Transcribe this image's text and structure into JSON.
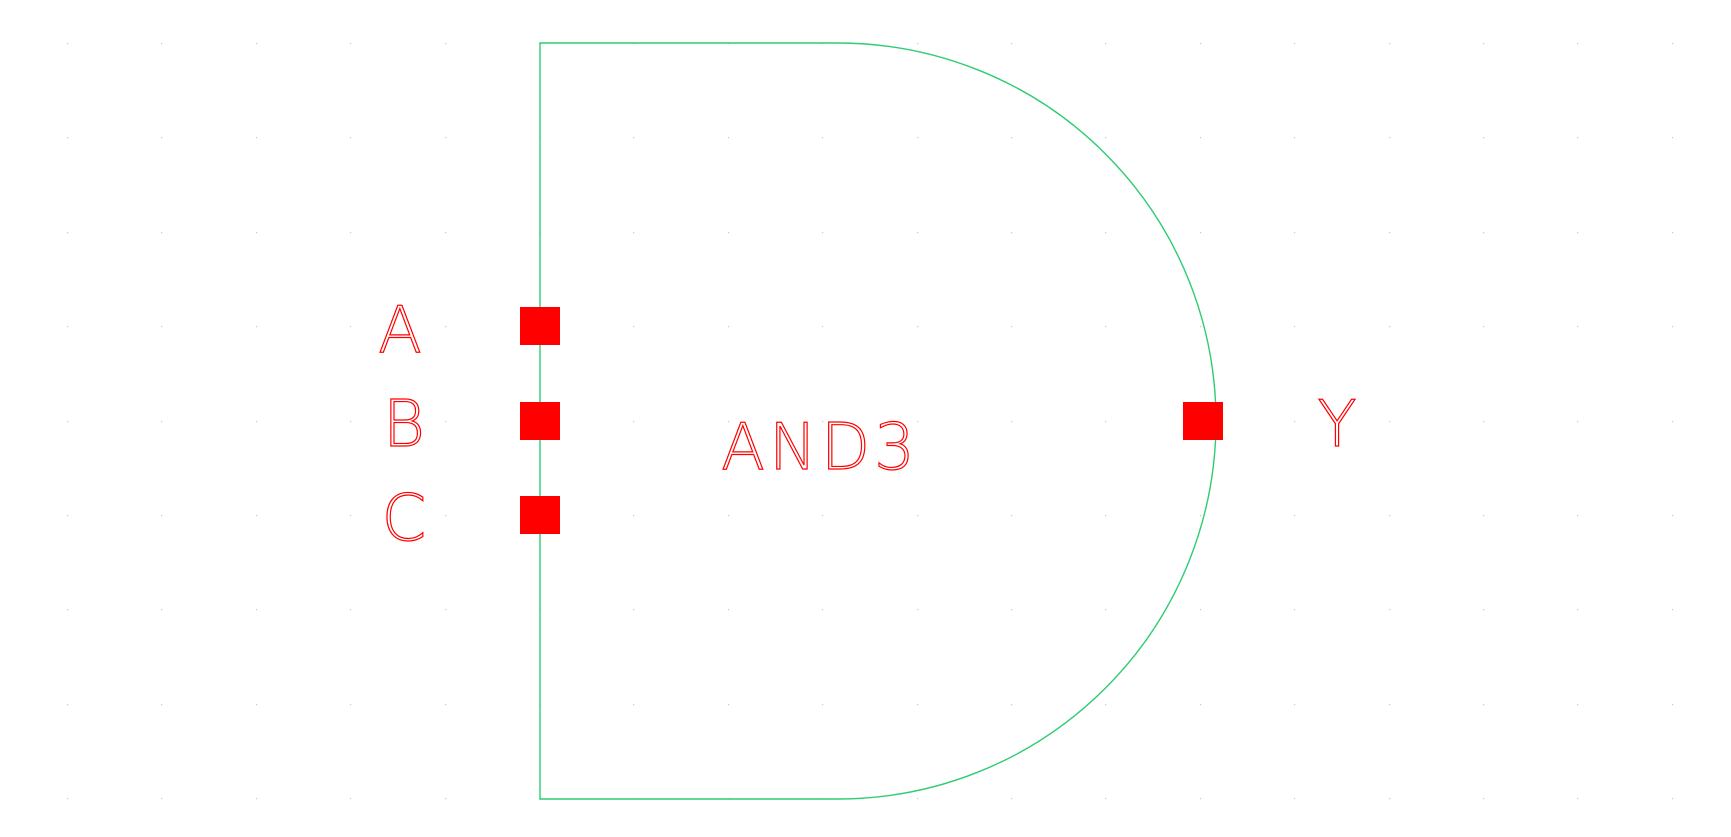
{
  "gate": {
    "name": "AND3",
    "outline_color": "#2ecc71"
  },
  "pins": {
    "color": "#ff0000",
    "inputs": [
      {
        "id": "A",
        "label": "A"
      },
      {
        "id": "B",
        "label": "B"
      },
      {
        "id": "C",
        "label": "C"
      }
    ],
    "output": {
      "id": "Y",
      "label": "Y"
    }
  },
  "grid": {
    "dot_color": "#c8c8c8",
    "visible": true
  }
}
